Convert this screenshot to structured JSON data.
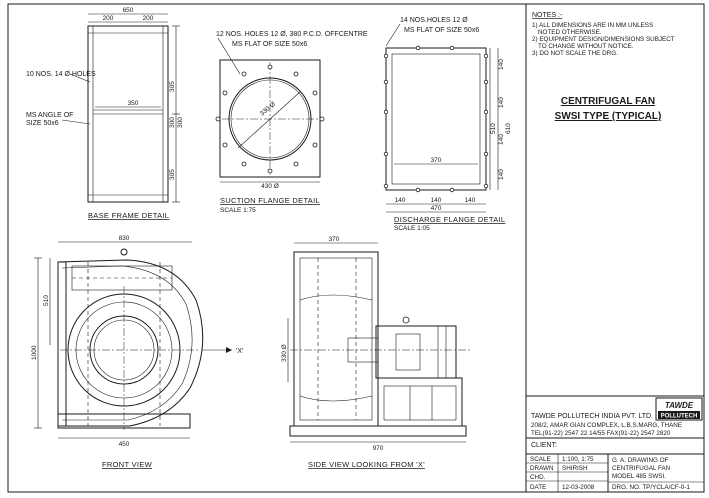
{
  "notes": {
    "heading": "NOTES :-",
    "line1": "1) ALL DIMENSIONS ARE IN MM UNLESS",
    "line1b": "NOTED OTHERWISE.",
    "line2": "2) EQUIPMENT DESIGN/DIMENSIONS SUBJECT",
    "line2b": "TO CHANGE WITHOUT NOTICE.",
    "line3": "3) DO NOT SCALE THE DRG."
  },
  "drawing_title": {
    "line1": "CENTRIFUGAL FAN",
    "line2": "SWSI TYPE (TYPICAL)"
  },
  "base_frame": {
    "caption": "BASE FRAME DETAIL",
    "dim_overall_width": "650",
    "dim_left_half": "200",
    "dim_right_half": "200",
    "dim_inner": "350",
    "dim_h1": "305",
    "dim_h2": "300",
    "dim_h3": "300",
    "dim_h4": "305",
    "note_holes": "10 NOS. 14 Ø HOLES",
    "note_angle": "MS ANGLE OF",
    "note_angle_size": "SIZE 50x6"
  },
  "suction_flange": {
    "caption": "SUCTION FLANGE DETAIL",
    "scale": "SCALE 1:75",
    "note_holes": "12 NOS. HOLES 12 Ø, 380 P.C.D. OFFCENTRE",
    "note_flat": "MS FLAT OF SIZE 50x6",
    "dim_inner": "330 Ø",
    "dim_outer": "430 Ø"
  },
  "discharge_flange": {
    "caption": "DISCHARGE FLANGE DETAIL",
    "scale": "SCALE 1:05",
    "note_holes": "14 NOS.HOLES 12 Ø",
    "note_flat": "MS FLAT OF SIZE 50x6",
    "dim_inner_w": "370",
    "dim_overall_w": "470",
    "dim_height": "510",
    "dim_height_outer": "610",
    "dim_b1": "140",
    "dim_b2": "140",
    "dim_b3": "140",
    "dim_s1": "140",
    "dim_s2": "140",
    "dim_s3": "140",
    "dim_s4": "140"
  },
  "front_view": {
    "caption": "FRONT VIEW",
    "dim_width": "830",
    "dim_height": "1000",
    "dim_upper": "510",
    "dim_base": "450",
    "view_marker": "'X'"
  },
  "side_view": {
    "caption": "SIDE VIEW LOOKING FROM 'X'",
    "dim_top": "370",
    "dim_base": "970",
    "dim_inlet": "330 Ø"
  },
  "title_block": {
    "company": "TAWDE POLLUTECH INDIA PVT. LTD.",
    "address1": "208/2, AMAR GIAN COMPLEX, L.B.S.MARG, THANE",
    "address2": "TEL(91-22) 2547 22 14/55 FAX(91-22) 2547 2820",
    "client_label": "CLIENT:",
    "logo_top": "TAWDE",
    "logo_bottom": "POLLUTECH",
    "scale_label": "SCALE",
    "scale_value": "1:100, 1:75",
    "drawn_label": "DRAWN",
    "drawn_value": "SHIRISH",
    "chkd_label": "CHD.",
    "chkd_value": "",
    "date_label": "DATE",
    "date_value": "12-03-2008",
    "drawing_of": "G. A. DRAWING OF",
    "drawing_line2": "CENTRIFUGAL FAN",
    "model": "MODEL 485 SWSI.",
    "drg_no": "DRG. NO. TP/YCLA/CF-0-1"
  }
}
